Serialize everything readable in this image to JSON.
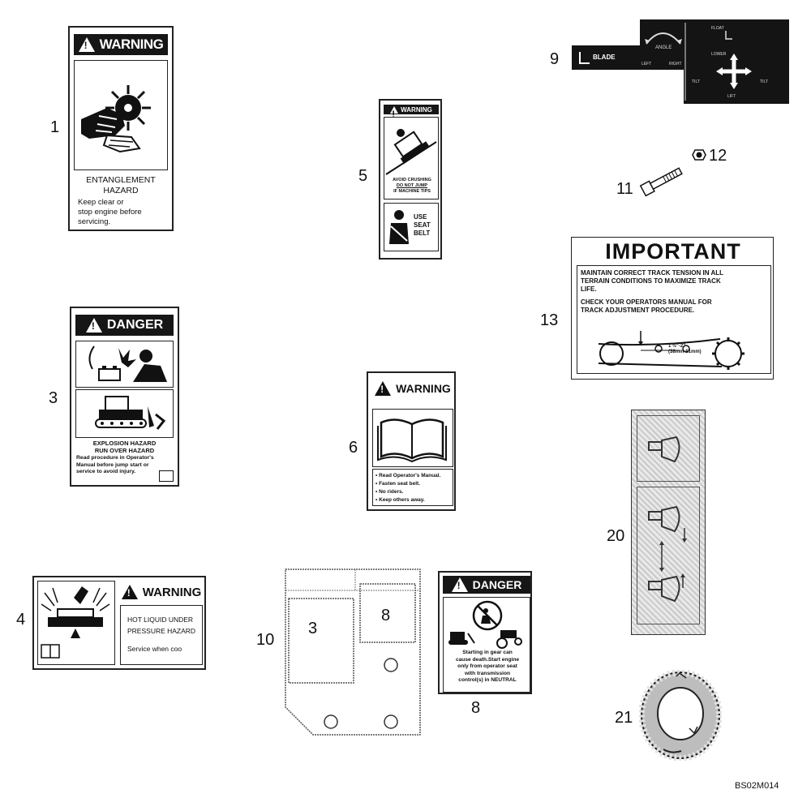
{
  "callouts": {
    "c1": "1",
    "c3": "3",
    "c4": "4",
    "c5": "5",
    "c6": "6",
    "c8": "8",
    "c9": "9",
    "c10": "10",
    "c11": "11",
    "c12": "12",
    "c13": "13",
    "c20": "20",
    "c21": "21"
  },
  "decal1": {
    "header": "WARNING",
    "line1": "ENTANGLEMENT",
    "line2": "HAZARD",
    "line3": "Keep clear or",
    "line4": "stop engine before",
    "line5": "servicing."
  },
  "decal3": {
    "header": "DANGER",
    "line1": "EXPLOSION HAZARD",
    "line2": "RUN OVER HAZARD",
    "line3": "Read procedure in Operator's",
    "line4": "Manual before jump start or",
    "line5": "service to avoid injury."
  },
  "decal4": {
    "header": "WARNING",
    "line1": "HOT LIQUID UNDER",
    "line2": "PRESSURE HAZARD",
    "line3": "Service when coo"
  },
  "decal5": {
    "header": "WARNING",
    "line1": "AVOID CRUSHING",
    "line2": "DO NOT JUMP",
    "line3": "IF MACHINE TIPS",
    "line4": "USE",
    "line5": "SEAT",
    "line6": "BELT"
  },
  "decal6": {
    "header": "WARNING",
    "items": [
      "• Read Operator's Manual.",
      "• Fasten seat belt.",
      "• No riders.",
      "• Keep others away."
    ]
  },
  "decal8": {
    "header": "DANGER",
    "line1": "Starting in gear can",
    "line2": "cause death.Start engine",
    "line3": "only from operator seat",
    "line4": "with transmission",
    "line5": "control(s) in NEUTRAL"
  },
  "decal9": {
    "blade": "BLADE",
    "angle": "ANGLE",
    "left": "LEFT",
    "right": "RIGHT",
    "float": "FLOAT",
    "lower": "LOWER",
    "tilt_l": "TILT",
    "tilt_r": "TILT",
    "lift": "LIFT"
  },
  "decal10": {
    "panel_a": "3",
    "panel_b": "8"
  },
  "decal13": {
    "header": "IMPORTANT",
    "line1": "MAINTAIN CORRECT TRACK TENSION IN ALL",
    "line2": "TERRAIN CONDITIONS TO MAXIMIZE TRACK",
    "line3": "LIFE.",
    "line4": "CHECK YOUR OPERATORS MANUAL FOR",
    "line5": "TRACK ADJUSTMENT PROCEDURE.",
    "measure1": "1 ½\"-2\"",
    "measure2": "(38mm-51mm)"
  },
  "footer": {
    "code": "BS02M014"
  }
}
